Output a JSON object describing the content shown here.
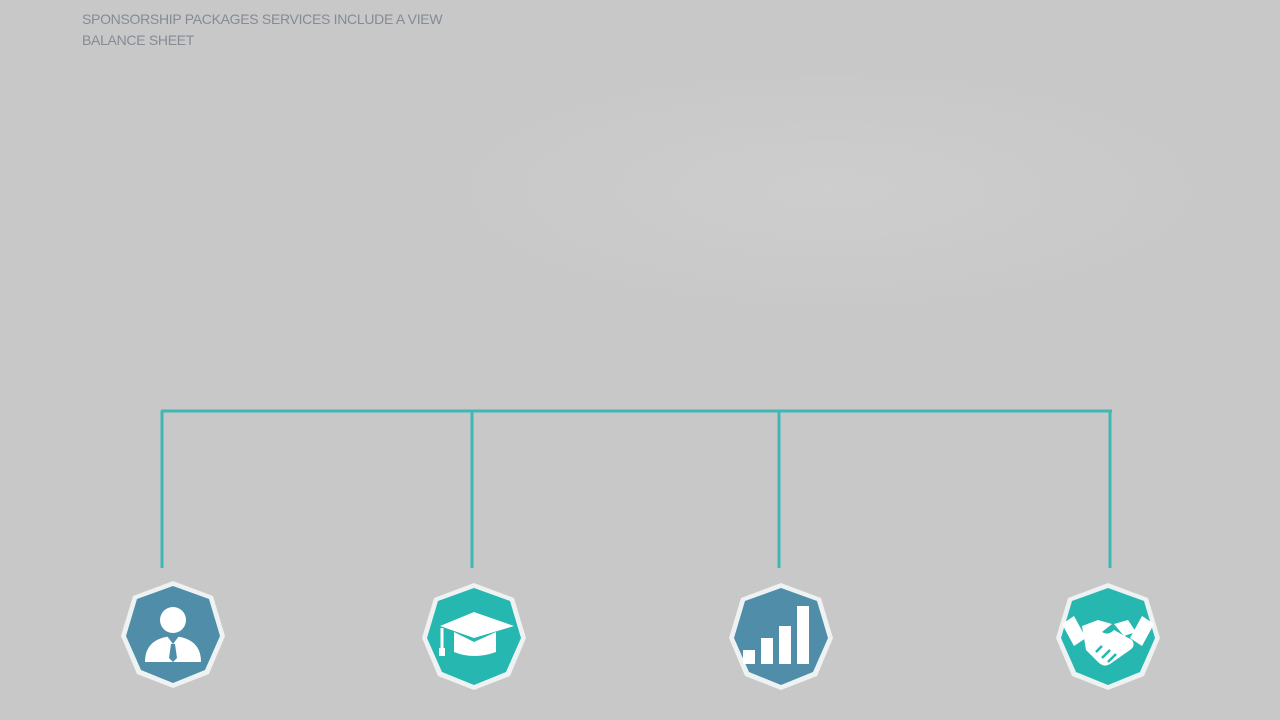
{
  "header": {
    "line1": "SPONSORSHIP PACKAGES SERVICES INCLUDE A VIEW",
    "line2": "BALANCE SHEET"
  },
  "colors": {
    "background": "#c8c8c8",
    "connector": "#3fb7b5",
    "blue_badge": "#4f8da8",
    "teal_badge": "#25b7b0",
    "badge_outline": "#eef2f2",
    "icon": "#ffffff",
    "header_text": "#7d8590"
  },
  "nodes": [
    {
      "icon": "businessman-icon",
      "color": "blue"
    },
    {
      "icon": "graduation-cap-icon",
      "color": "teal"
    },
    {
      "icon": "bar-chart-icon",
      "color": "blue"
    },
    {
      "icon": "handshake-icon",
      "color": "teal"
    }
  ]
}
